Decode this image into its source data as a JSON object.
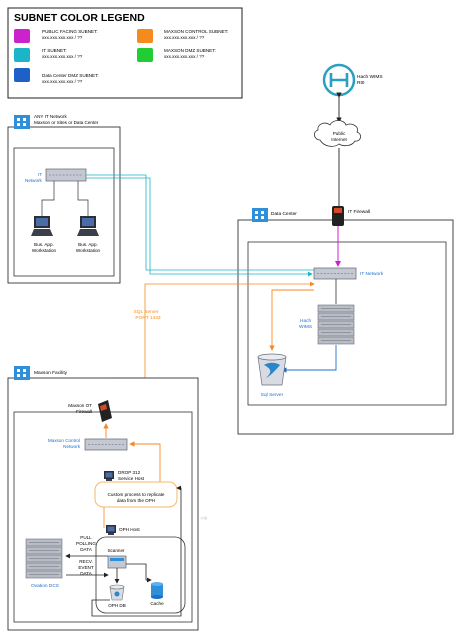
{
  "legend": {
    "title": "SUBNET COLOR LEGEND",
    "items": [
      {
        "name": "PUBLIC FACING SUBNET:",
        "range": "xxx.xxx.xxx.xxx / ??",
        "color": "#cc22cc"
      },
      {
        "name": "MAXSON CONTROL SUBNET:",
        "range": "xxx.xxx.xxx.xxx / ??",
        "color": "#f58a1f"
      },
      {
        "name": "IT SUBNET:",
        "range": "xxx.xxx.xxx.xxx / ??",
        "color": "#1cb4c8"
      },
      {
        "name": "MAXSON DMZ SUBNET:",
        "range": "xxx.xxx.xxx.xxx / ??",
        "color": "#22cc33"
      },
      {
        "name": "Data Center DMZ SUBNET:",
        "range": "xxx.xxx.xxx.xxx / ??",
        "color": "#1f5fc8"
      }
    ]
  },
  "hach_cloud": {
    "line1": "Hach WIMS",
    "line2": "Rt0"
  },
  "public_internet": {
    "line1": "Public",
    "line2": "Internet"
  },
  "any_it": {
    "title_line1": "ANY IT Network",
    "title_line2": "Maxson or Sites or Data Center",
    "network_line1": "IT",
    "network_line2": "Network",
    "ws1_line1": "Bus. App.",
    "ws1_line2": "Workstation",
    "ws2_line1": "Bus. App.",
    "ws2_line2": "Workstation"
  },
  "data_center": {
    "title": "Data Center",
    "firewall": "IT Firewall",
    "network": "IT Network",
    "wims_line1": "Hach",
    "wims_line2": "WIMS",
    "sql": "Sql Server"
  },
  "sql_link": {
    "line1": "SQL Server",
    "line2": "PORT 1433"
  },
  "maxson": {
    "title": "Maxson Facility",
    "firewall_line1": "Maxson OT",
    "firewall_line2": "Firewall",
    "control_line1": "Maxson Control",
    "control_line2": "Network",
    "drop_line1": "DROP 312",
    "drop_line2": "Service Host",
    "custom_line1": "Custom process to replicate",
    "custom_line2": "data from the OPH",
    "oph_host": "OPH Host",
    "pull_line1": "PULL",
    "pull_line2": "POLLING",
    "pull_line3": "DATA",
    "recv_line1": "RECV.",
    "recv_line2": "EVENT",
    "recv_line3": "DATA",
    "dcs": "Ovation DCS",
    "scanner": "Scanner",
    "oph_db": "OPH DB",
    "cache": "Cache"
  }
}
